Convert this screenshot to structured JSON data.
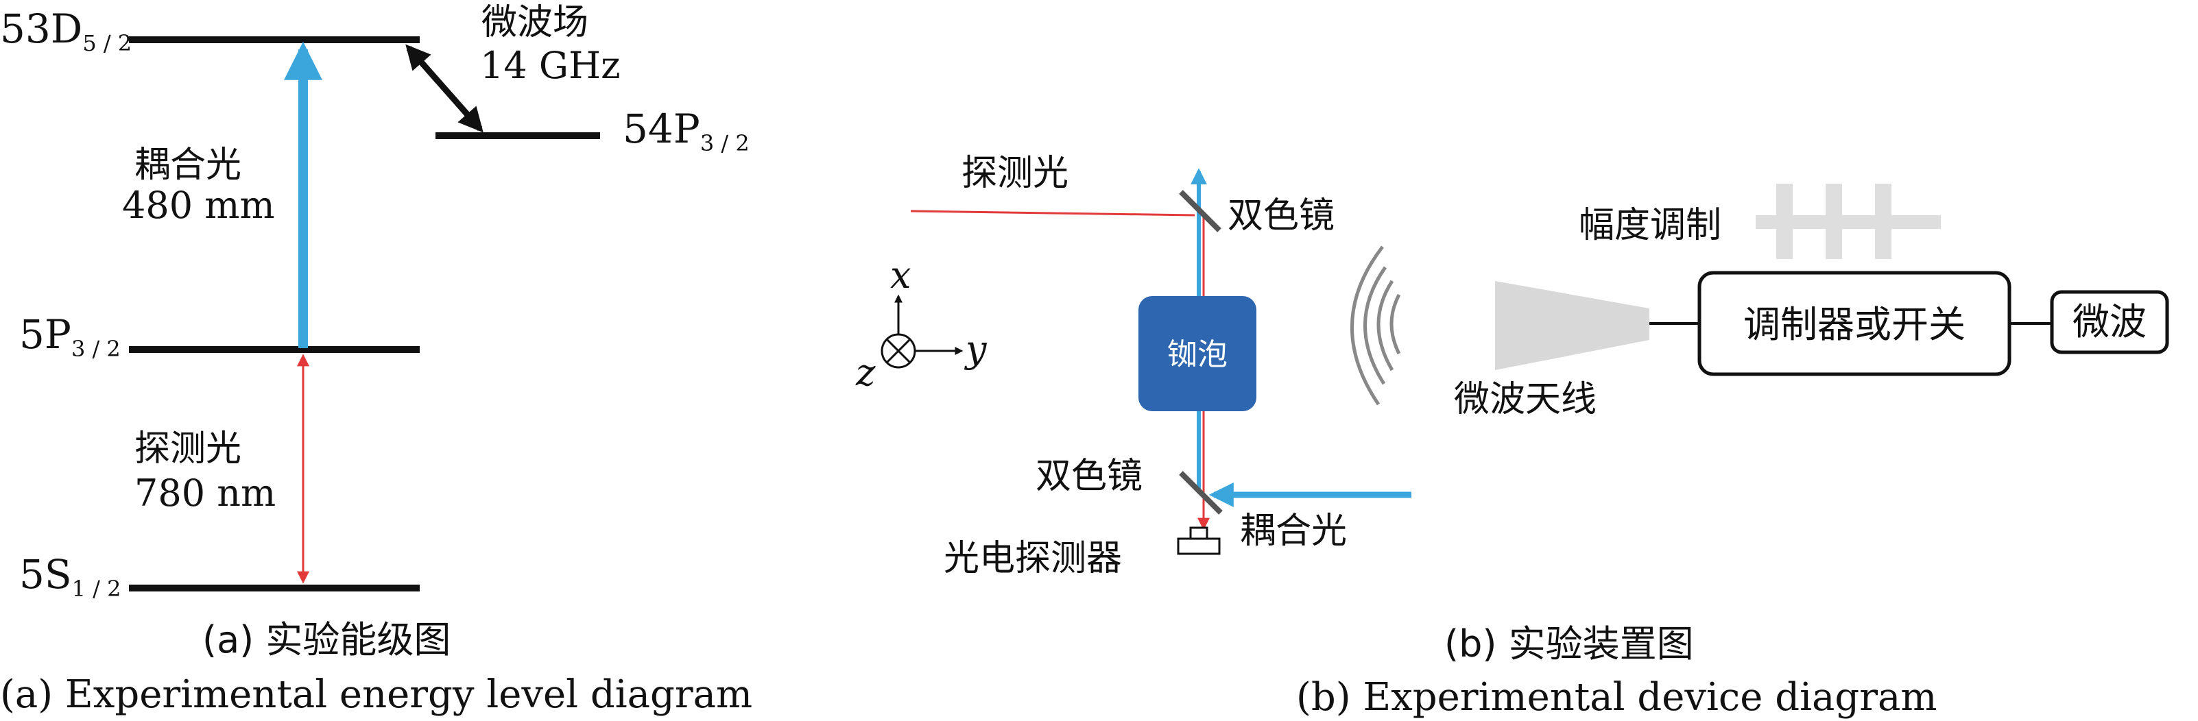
{
  "panel_a": {
    "levels": {
      "d52": {
        "main": "53D",
        "sub": "5 / 2"
      },
      "p32_54": {
        "main": "54P",
        "sub": "3 / 2"
      },
      "p32_5": {
        "main": "5P",
        "sub": "3 / 2"
      },
      "s12": {
        "main": "5S",
        "sub": "1 / 2"
      }
    },
    "microwave": {
      "label": "微波场",
      "freq": "14 GHz"
    },
    "coupling": {
      "label": "耦合光",
      "wavelength": "480 mm"
    },
    "probe": {
      "label": "探测光",
      "wavelength": "780 nm"
    },
    "caption_cn": "(a) 实验能级图",
    "caption_en": "(a) Experimental energy level diagram"
  },
  "panel_b": {
    "probe_label": "探测光",
    "dichroic_top": "双色镜",
    "dichroic_bottom": "双色镜",
    "coupling_label": "耦合光",
    "detector_label": "光电探测器",
    "cell_label": "铷泡",
    "axes": {
      "x": "x",
      "y": "y",
      "z": "z"
    },
    "antenna_label": "微波天线",
    "modulator_label": "调制器或开关",
    "microwave_label": "微波",
    "am_label": "幅度调制",
    "caption_cn": "(b) 实验装置图",
    "caption_en": "(b) Experimental device diagram"
  },
  "colors": {
    "blue": "#3aa6dc",
    "red": "#e23a3a",
    "cell": "#2f66b0",
    "gray": "#d8d8d8"
  }
}
